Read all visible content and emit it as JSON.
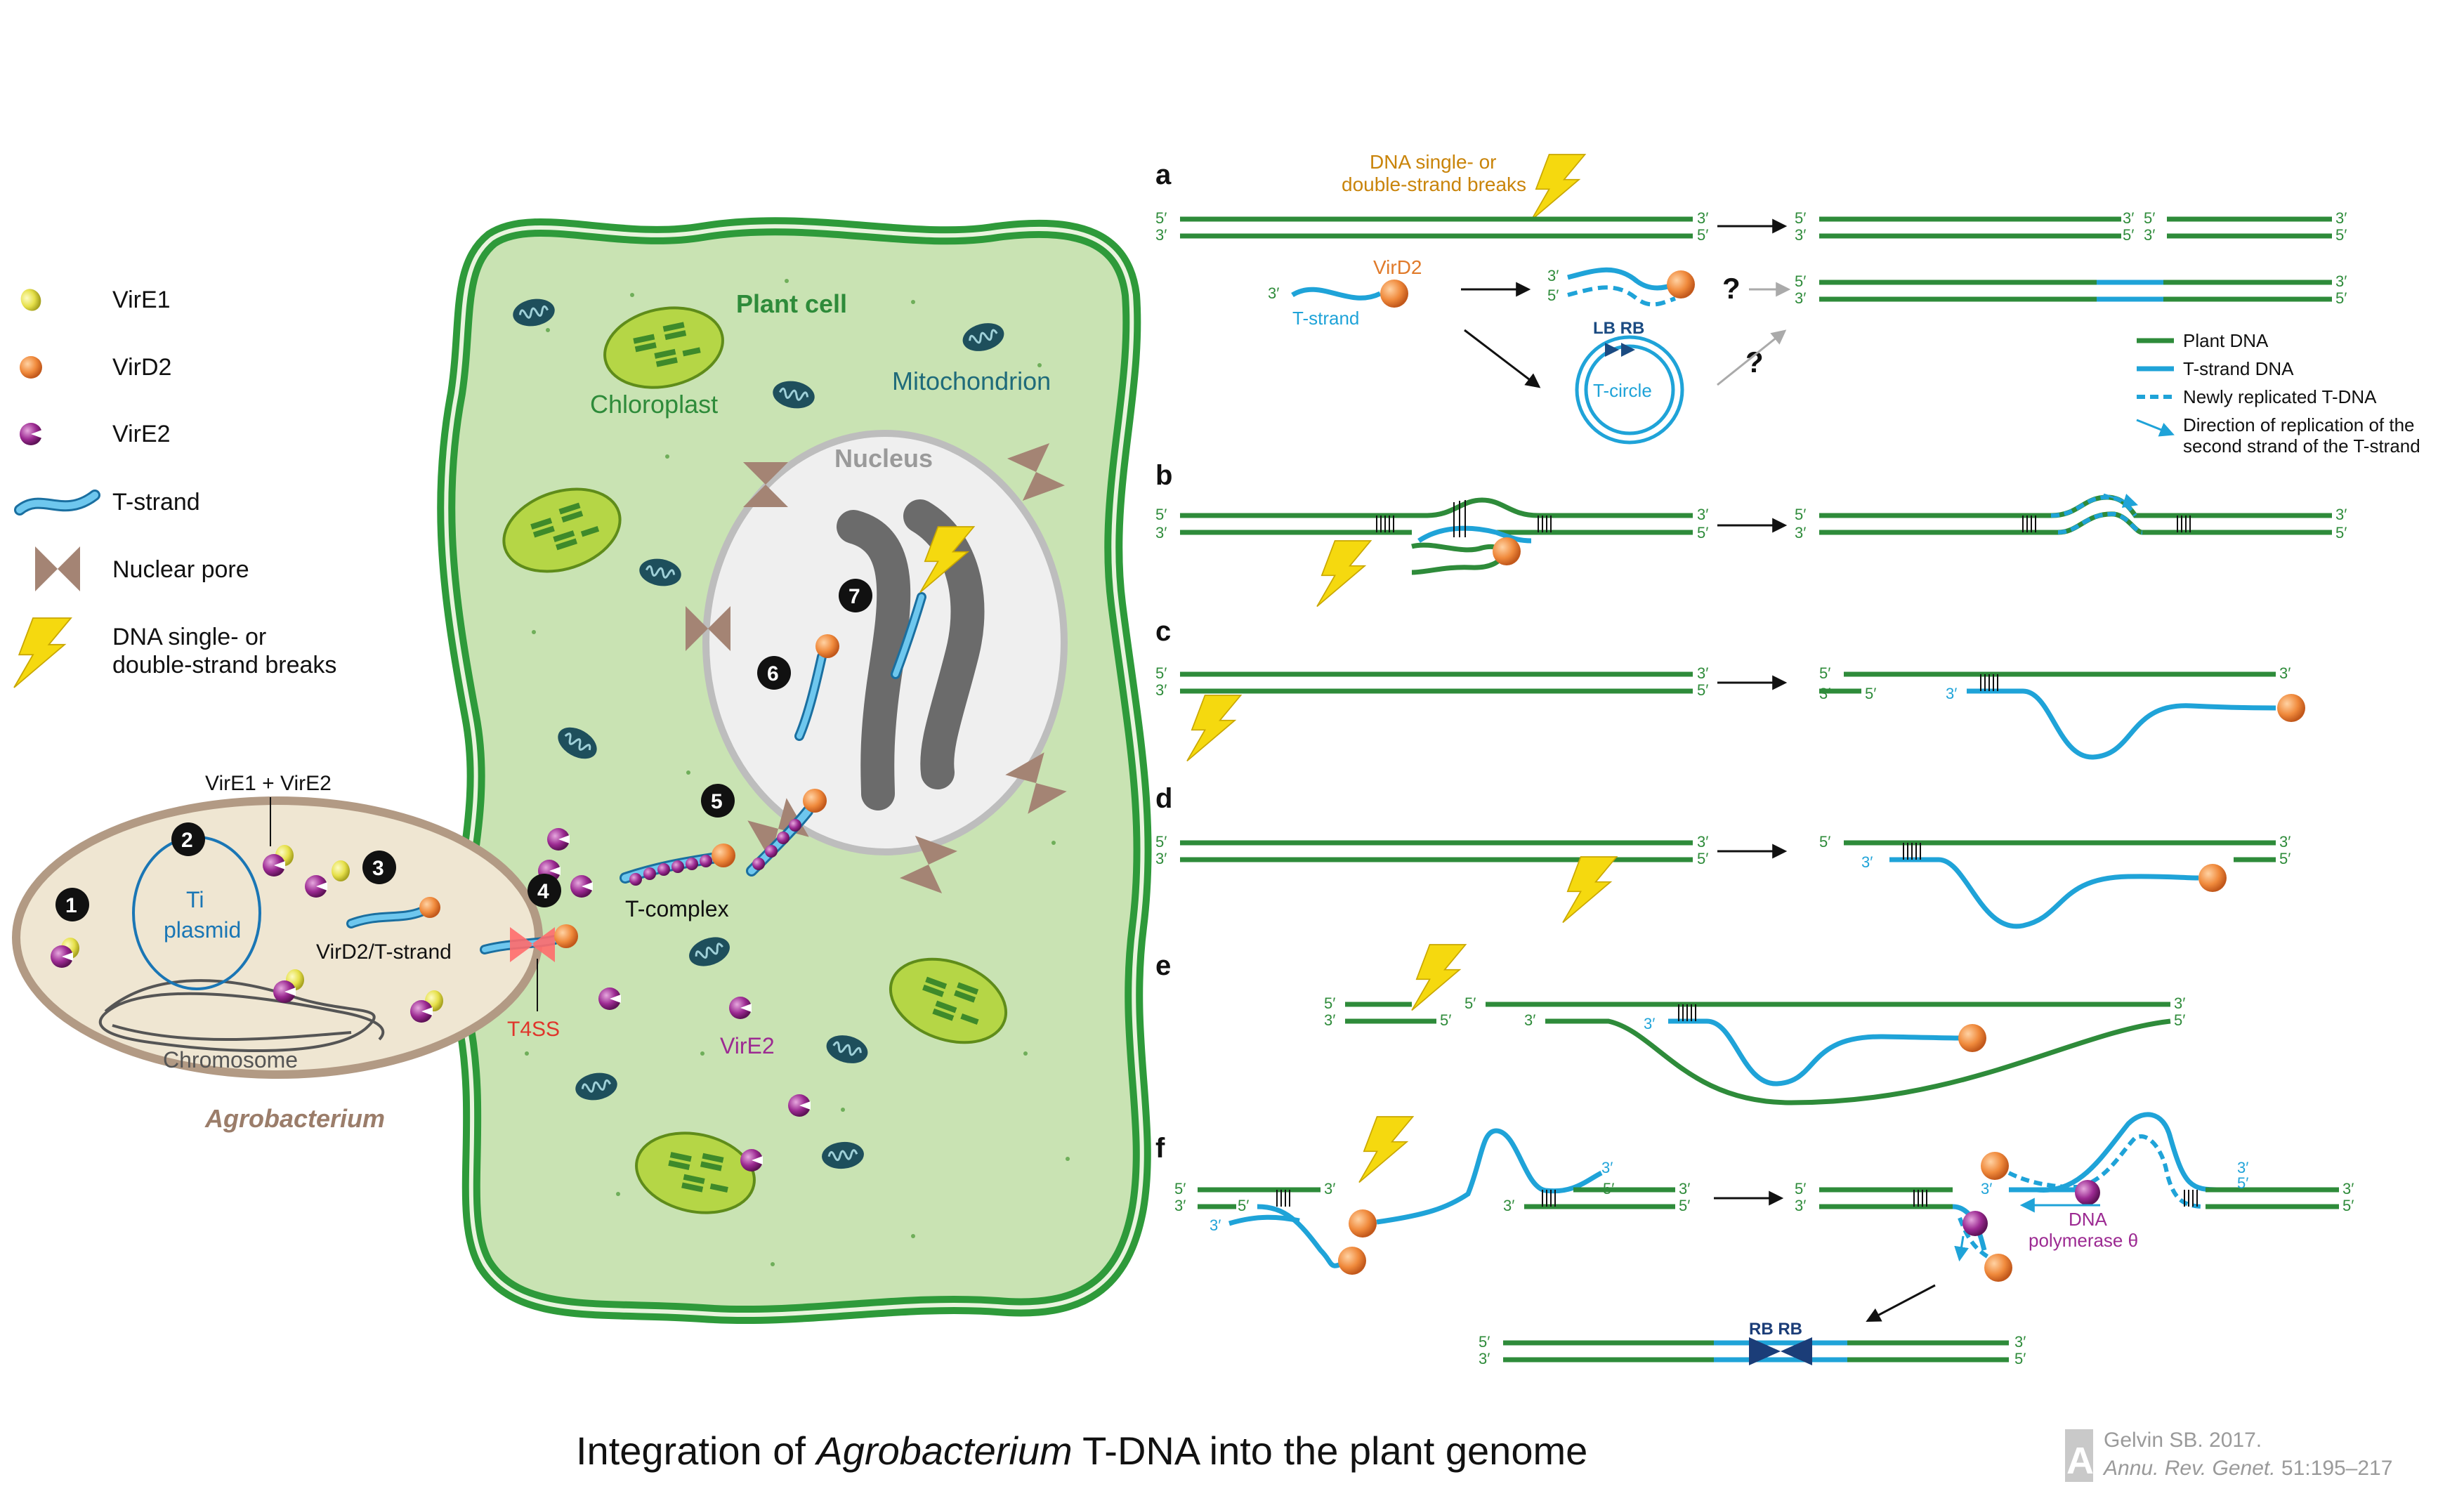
{
  "title": {
    "prefix": "Integration of ",
    "italic": "Agrobacterium",
    "suffix": " T-DNA into the plant genome"
  },
  "citation": {
    "logo": "AR",
    "line1": "Gelvin SB. 2017.",
    "journal": "Annu. Rev. Genet.",
    "volume": " 51:195–217"
  },
  "legend_left": {
    "virE1": "VirE1",
    "virD2": "VirD2",
    "virE2": "VirE2",
    "tstrand": "T-strand",
    "pore": "Nuclear pore",
    "breaks1": "DNA single- or",
    "breaks2": "double-strand breaks"
  },
  "legend_right": {
    "plant": "Plant DNA",
    "tstrand": "T-strand DNA",
    "newly": "Newly replicated T-DNA",
    "dir1": "Direction of replication of the",
    "dir2": "second strand of the T-strand"
  },
  "cell": {
    "plant_cell": "Plant cell",
    "chloroplast": "Chloroplast",
    "mitochondrion": "Mitochondrion",
    "nucleus": "Nucleus",
    "tcomplex": "T-complex",
    "virE2": "VirE2",
    "t4ss": "T4SS"
  },
  "bacterium": {
    "name": "Agrobacterium",
    "chromosome": "Chromosome",
    "ti1": "Ti",
    "ti2": "plasmid",
    "vire1_vire2": "VirE1 + VirE2",
    "vird2_tstrand": "VirD2/T-strand"
  },
  "steps": [
    "1",
    "2",
    "3",
    "4",
    "5",
    "6",
    "7"
  ],
  "panels": {
    "a": "a",
    "b": "b",
    "c": "c",
    "d": "d",
    "e": "e",
    "f": "f",
    "a_breaks1": "DNA single- or",
    "a_breaks2": "double-strand breaks",
    "a_virD2": "VirD2",
    "a_tstrand": "T-strand",
    "a_tcircle": "T-circle",
    "a_lbrb": "LB RB",
    "q": "?",
    "f_pol1": "DNA",
    "f_pol2": "polymerase θ",
    "f_rb": "RB  RB",
    "e5": "5′",
    "e3": "3′"
  },
  "colors": {
    "plant_dna": "#2e8b3a",
    "tstrand": "#1fa3d8",
    "virD2": "#f08a3c",
    "virE1": "#e6e04a",
    "virE2": "#9c2a92",
    "cell_green": "#c9e3b3",
    "cell_wall": "#2e9a3a",
    "bacterium": "#efe6d2",
    "bolt": "#f5d90f"
  }
}
